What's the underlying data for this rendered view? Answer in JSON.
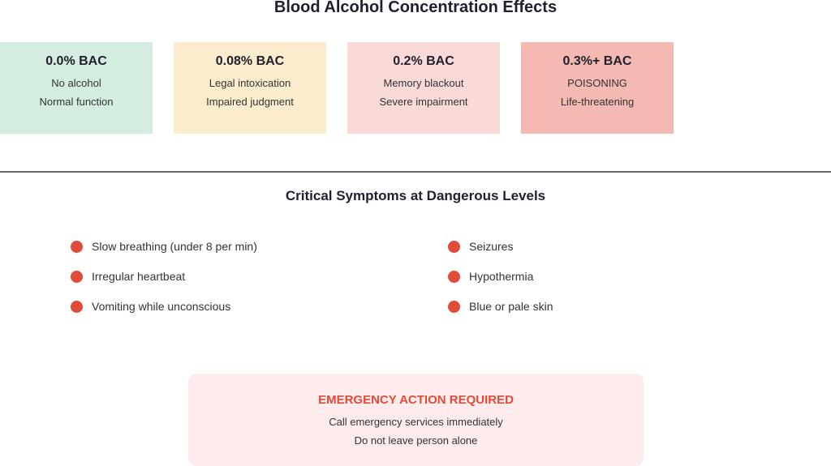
{
  "title": "Blood Alcohol Concentration Effects",
  "levels": [
    {
      "level": "0.0% BAC",
      "line1": "No alcohol",
      "line2": "Normal function",
      "color": "#d5ede0"
    },
    {
      "level": "0.08% BAC",
      "line1": "Legal intoxication",
      "line2": "Impaired judgment",
      "color": "#fbecce"
    },
    {
      "level": "0.2% BAC",
      "line1": "Memory blackout",
      "line2": "Severe impairment",
      "color": "#f9dad6"
    },
    {
      "level": "0.3%+ BAC",
      "line1": "POISONING",
      "line2": "Life-threatening",
      "color": "#f5b9b3"
    }
  ],
  "symptoms": {
    "title": "Critical Symptoms at Dangerous Levels",
    "bullet_color": "#e04b3a",
    "left": [
      "Slow breathing (under 8 per min)",
      "Irregular heartbeat",
      "Vomiting while unconscious"
    ],
    "right": [
      "Seizures",
      "Hypothermia",
      "Blue or pale skin"
    ]
  },
  "emergency": {
    "title": "EMERGENCY ACTION REQUIRED",
    "line1": "Call emergency services immediately",
    "line2": "Do not leave person alone",
    "title_color": "#e04b3a",
    "background": "#fdeceb"
  }
}
